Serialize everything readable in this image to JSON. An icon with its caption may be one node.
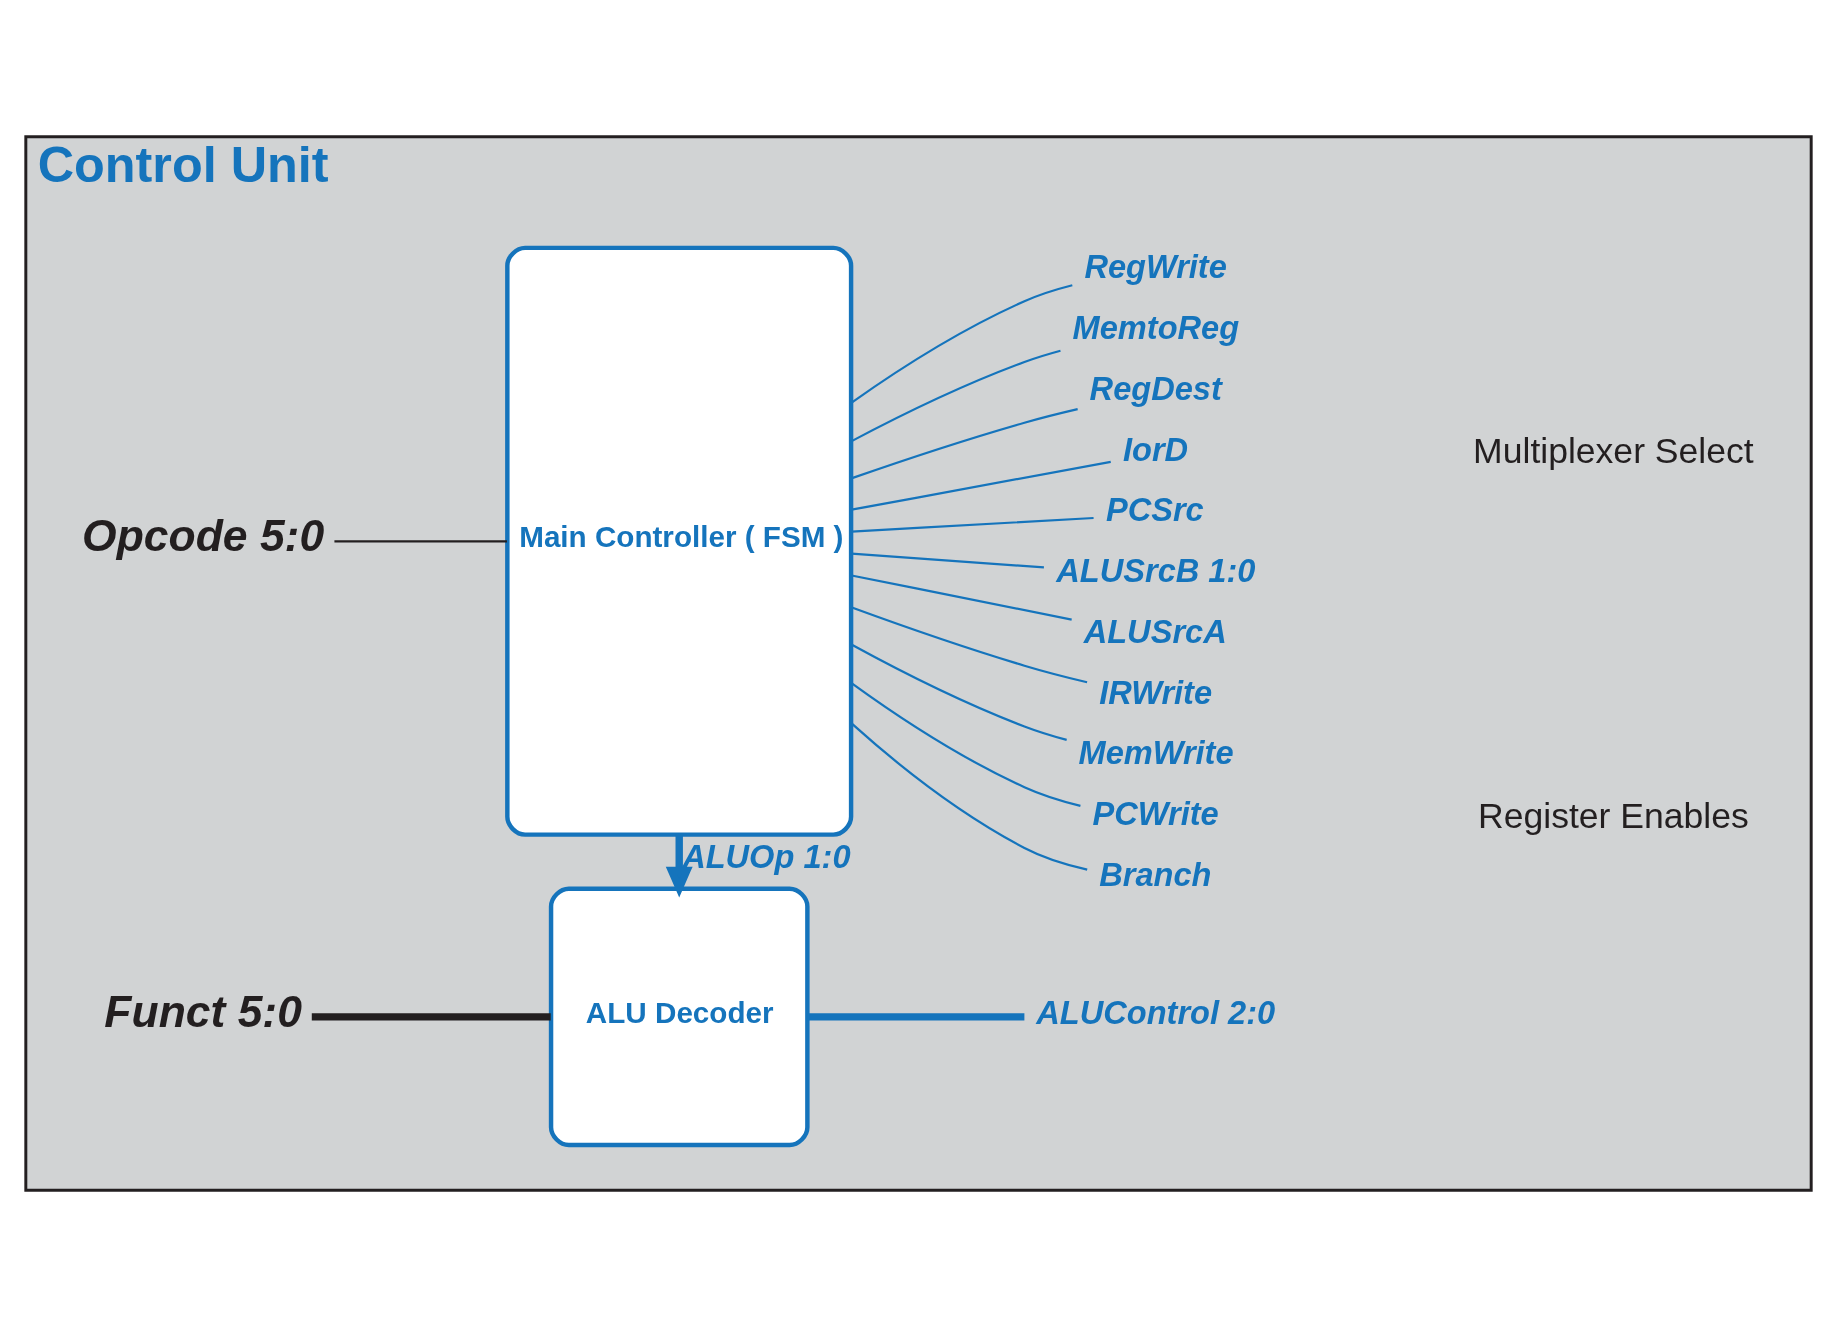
{
  "diagram": {
    "nodes": [
      {
        "text": [
          "Control Unit"
        ]
      },
      {
        "text": [
          "Main Controller ( FSM )"
        ],
        "in": 0
      },
      {
        "text": [
          "ALU Decoder"
        ],
        "in": 0
      },
      {
        "text": [
          "Opcode 5:0"
        ],
        "in": 0
      },
      {
        "text": [
          "Funct 5:0"
        ],
        "in": 0
      },
      {
        "text": [
          "MemtoReg"
        ],
        "in": 0
      },
      {
        "text": [
          "RegDest"
        ],
        "in": 0
      },
      {
        "text": [
          "IorD"
        ],
        "in": 0
      },
      {
        "text": [
          "PCSrc"
        ],
        "in": 0
      },
      {
        "text": [
          "ALUSrcB 1:0"
        ],
        "in": 0
      },
      {
        "text": [
          "ALUSrcA"
        ],
        "in": 0
      },
      {
        "text": [
          "IRWrite"
        ],
        "in": 0
      },
      {
        "text": [
          "MemWrite"
        ],
        "in": 0
      },
      {
        "text": [
          "PCWrite"
        ],
        "in": 0
      },
      {
        "text": [
          "Branch"
        ],
        "in": 0
      },
      {
        "text": [
          "RegWrite"
        ],
        "in": 0
      },
      {
        "text": [
          "ALUControl 2:0"
        ],
        "in": 0
      }
    ],
    "edges": [
      {
        "from": 3,
        "to": 1,
        "arrow": "none",
        "color": "#231f20"
      },
      {
        "from": 1,
        "to": 5,
        "arrow": "none"
      },
      {
        "from": 1,
        "to": 6,
        "arrow": "none"
      },
      {
        "from": 1,
        "to": 7,
        "arrow": "none"
      },
      {
        "from": 1,
        "to": 8,
        "arrow": "none"
      },
      {
        "from": 1,
        "to": 9,
        "arrow": "none"
      },
      {
        "from": 1,
        "to": 10,
        "arrow": "none"
      },
      {
        "from": 1,
        "to": 11,
        "arrow": "none"
      },
      {
        "from": 1,
        "to": 12,
        "arrow": "none"
      },
      {
        "from": 1,
        "to": 13,
        "arrow": "none"
      },
      {
        "from": 1,
        "to": 14,
        "arrow": "none"
      },
      {
        "from": 1,
        "to": 15,
        "arrow": "none"
      },
      {
        "from": 1,
        "to": 2,
        "arrow": "to",
        "label": "ALUOp 1:0",
        "style": "thick"
      },
      {
        "from": 4,
        "to": 2,
        "arrow": "none",
        "color": "#231f20",
        "style": "thick"
      },
      {
        "from": 2,
        "to": 16,
        "arrow": "none",
        "style": "thick"
      }
    ],
    "labels": [
      "Multiplexer Select",
      "Register Enables"
    ]
  }
}
